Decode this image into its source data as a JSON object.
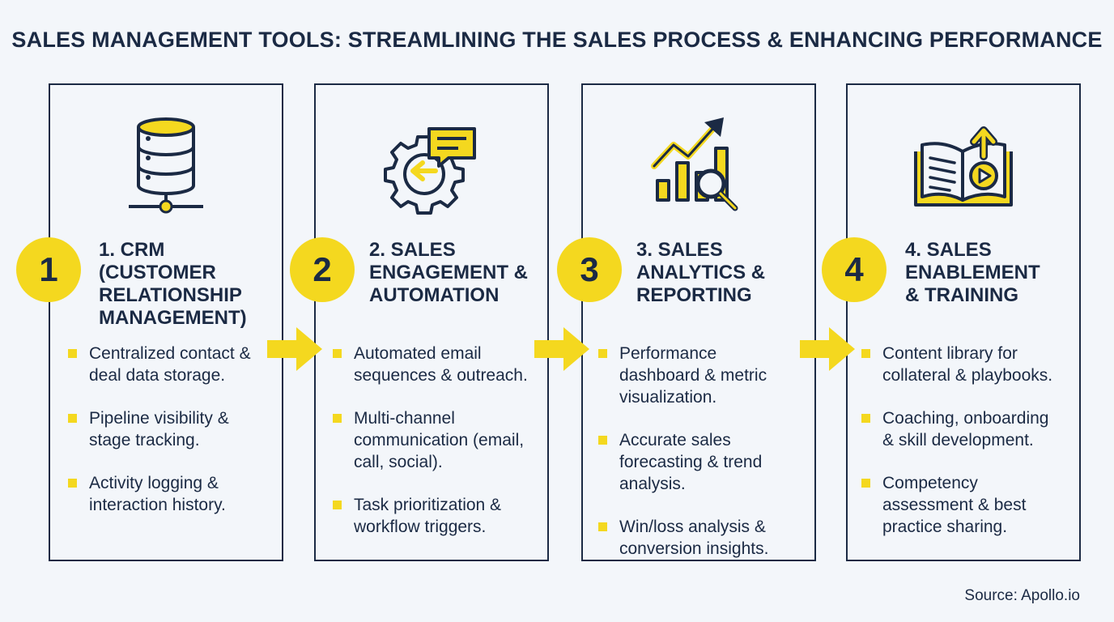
{
  "title": "SALES MANAGEMENT TOOLS: STREAMLINING THE SALES PROCESS & ENHANCING PERFORMANCE",
  "colors": {
    "accent": "#f4d81f",
    "ink": "#1b2a44",
    "background": "#f3f6fa"
  },
  "panels": [
    {
      "number": "1",
      "heading": "1. CRM\n(CUSTOMER\nRELATIONSHIP\nMANAGEMENT)",
      "icon": "database-icon",
      "bullets": [
        "Centralized contact &\ndeal data storage.",
        "Pipeline visibility &\nstage tracking.",
        "Activity logging &\ninteraction history."
      ]
    },
    {
      "number": "2",
      "heading": "2. SALES\nENGAGEMENT &\nAUTOMATION",
      "icon": "gear-chat-icon",
      "bullets": [
        "Automated email\nsequences & outreach.",
        "Multi-channel\ncommunication (email,\ncall, social).",
        "Task prioritization &\nworkflow triggers."
      ]
    },
    {
      "number": "3",
      "heading": "3. SALES\nANALYTICS &\nREPORTING",
      "icon": "analytics-chart-icon",
      "bullets": [
        "Performance\ndashboard & metric\nvisualization.",
        "Accurate sales\nforecasting & trend\nanalysis.",
        "Win/loss analysis &\nconversion insights."
      ]
    },
    {
      "number": "4",
      "heading": "4. SALES\nENABLEMENT\n& TRAINING",
      "icon": "book-video-icon",
      "bullets": [
        "Content library for\ncollateral & playbooks.",
        "Coaching, onboarding\n& skill development.",
        "Competency\nassessment & best\npractice sharing."
      ]
    }
  ],
  "source": "Source: Apollo.io"
}
